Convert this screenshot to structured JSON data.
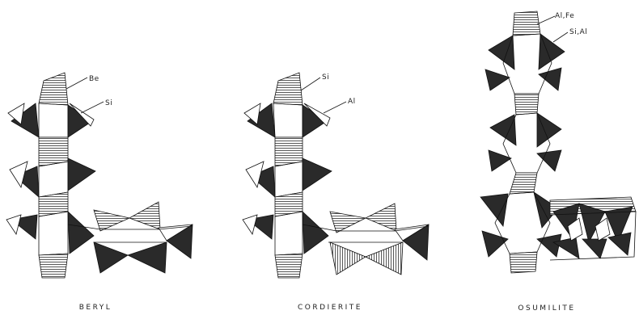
{
  "panels": [
    {
      "id": "beryl",
      "caption": "BERYL",
      "labels": [
        "Be",
        "Si"
      ]
    },
    {
      "id": "cordierite",
      "caption": "CORDIERITE",
      "labels": [
        "Si",
        "Al"
      ]
    },
    {
      "id": "osumilite",
      "caption": "OSUMILITE",
      "labels": [
        "Al,Fe",
        "Si,Al"
      ]
    }
  ]
}
